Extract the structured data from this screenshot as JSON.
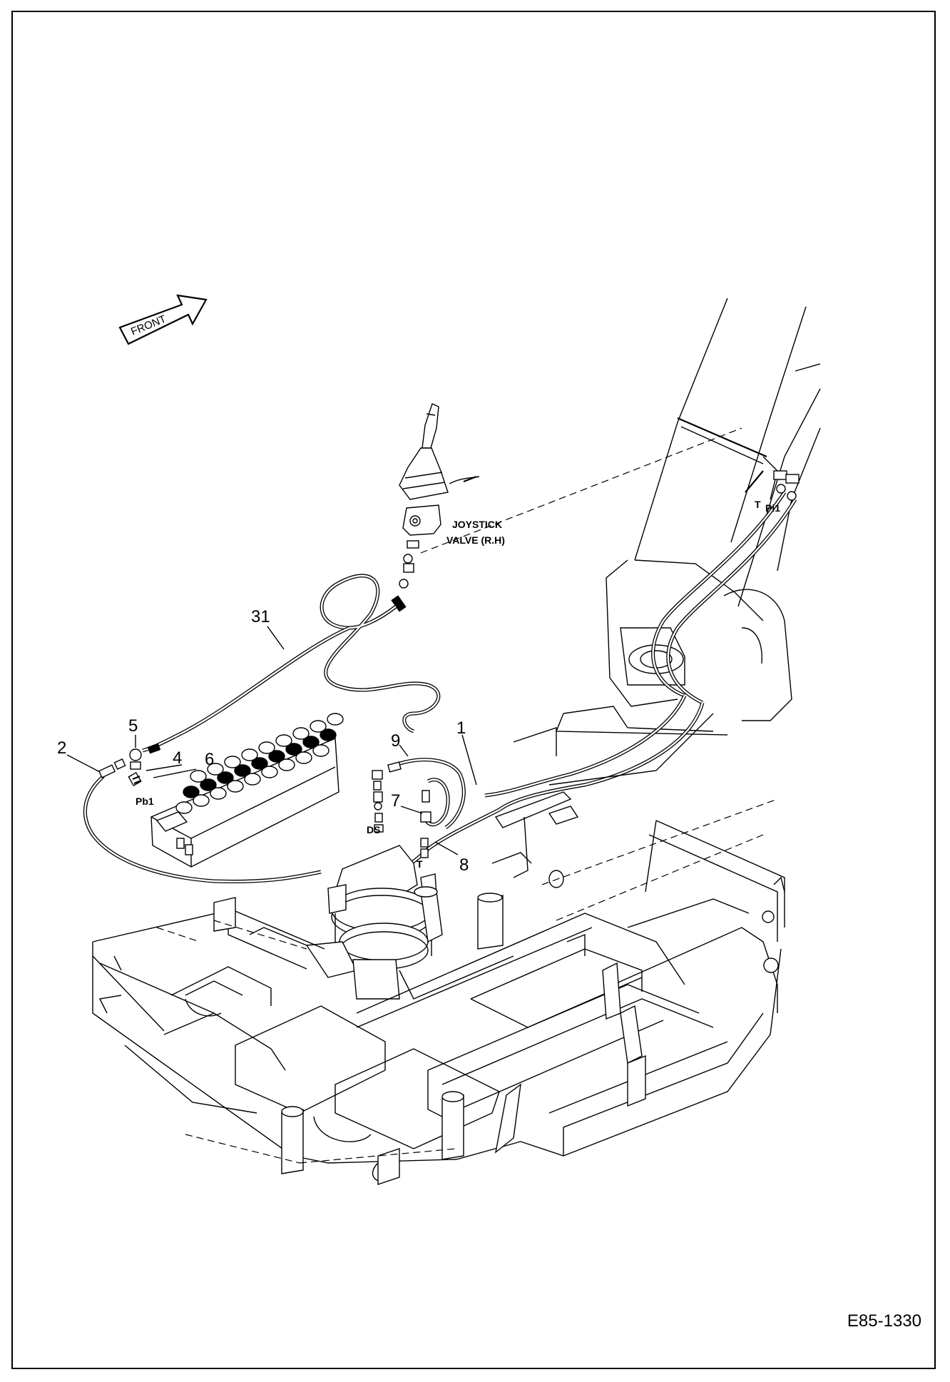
{
  "direction_label": "FRONT",
  "component_labels": {
    "joystick_line1": "JOYSTICK",
    "joystick_line2": "VALVE (R.H)",
    "port_pb1": "Pb1",
    "port_ds": "DS",
    "port_t_left": "T",
    "port_t_right": "T",
    "port_pi1": "Pi1"
  },
  "callouts": [
    {
      "id": "c31",
      "text": "31"
    },
    {
      "id": "c5",
      "text": "5"
    },
    {
      "id": "c2",
      "text": "2"
    },
    {
      "id": "c4",
      "text": "4"
    },
    {
      "id": "c6",
      "text": "6"
    },
    {
      "id": "c9",
      "text": "9"
    },
    {
      "id": "c1",
      "text": "1"
    },
    {
      "id": "c7",
      "text": "7"
    },
    {
      "id": "c8",
      "text": "8"
    }
  ],
  "drawing_code": "E85-1330"
}
